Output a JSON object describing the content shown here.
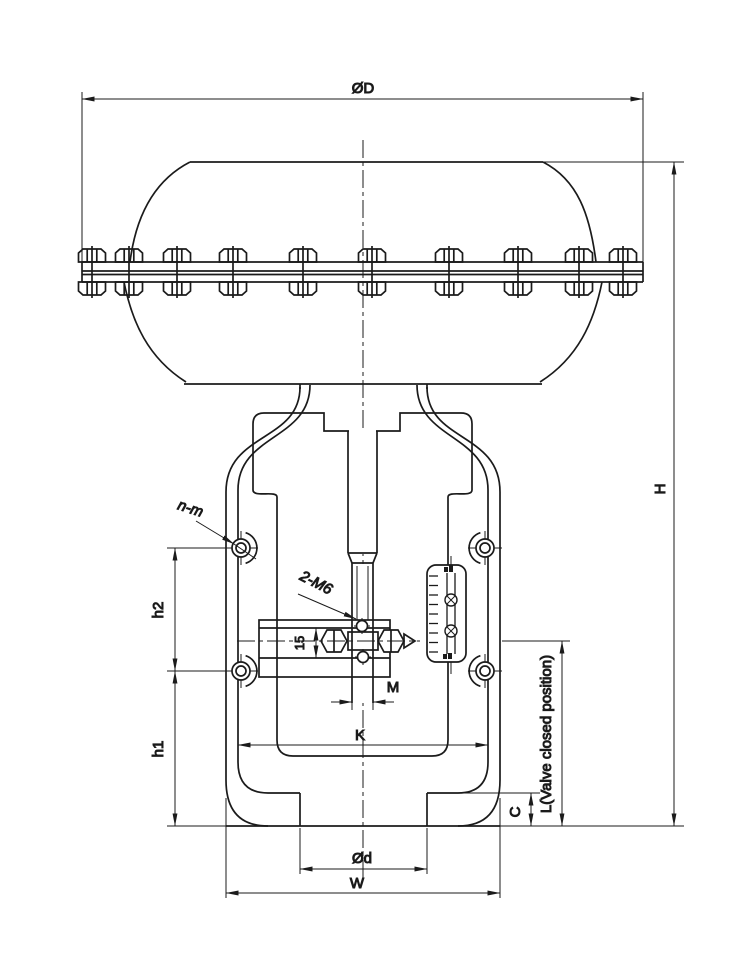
{
  "drawing": {
    "labels": {
      "phi_D": "ØD",
      "H": "H",
      "h1": "h1",
      "h2": "h2",
      "n_m": "n-m",
      "two_M6": "2-M6",
      "clamp_height": "15",
      "M": "M",
      "K": "K",
      "phi_d": "Ød",
      "W": "W",
      "C": "C",
      "L_note": "L(Valve closed position)"
    },
    "colors": {
      "line": "#1b1b1b",
      "background": "#ffffff"
    }
  }
}
